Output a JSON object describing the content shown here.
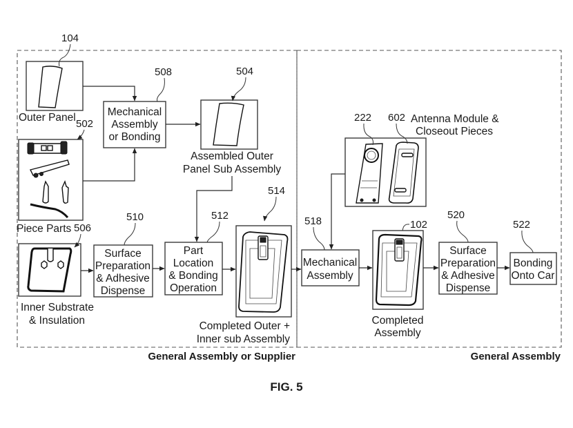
{
  "figure": {
    "caption": "FIG. 5",
    "regions": [
      {
        "id": "supplier",
        "label": "General Assembly or Supplier"
      },
      {
        "id": "general",
        "label": "General Assembly"
      }
    ]
  },
  "nodes": {
    "outer_panel": {
      "ref": "104",
      "label": [
        "Outer Panel"
      ],
      "kind": "image"
    },
    "piece_parts": {
      "ref": "502",
      "label": [
        "Piece Parts"
      ],
      "kind": "image"
    },
    "inner_substrate": {
      "ref": "506",
      "label": [
        "Inner Substrate",
        "& Insulation"
      ],
      "kind": "image"
    },
    "mech_assembly_bonding": {
      "ref": "508",
      "label": [
        "Mechanical",
        "Assembly",
        "or Bonding"
      ],
      "kind": "process"
    },
    "assembled_outer": {
      "ref": "504",
      "label": [
        "Assembled Outer",
        "Panel Sub Assembly"
      ],
      "kind": "image"
    },
    "surface_prep_1": {
      "ref": "510",
      "label": [
        "Surface",
        "Preparation",
        "& Adhesive",
        "Dispense"
      ],
      "kind": "process"
    },
    "part_location": {
      "ref": "512",
      "label": [
        "Part",
        "Location",
        "& Bonding",
        "Operation"
      ],
      "kind": "process"
    },
    "completed_outer_inner": {
      "ref": "514",
      "label": [
        "Completed Outer +",
        "Inner sub Assembly"
      ],
      "kind": "image"
    },
    "antenna_module": {
      "refs": [
        "222",
        "602"
      ],
      "label": [
        "Antenna Module &",
        "Closeout Pieces"
      ],
      "kind": "image"
    },
    "mech_assembly": {
      "ref": "518",
      "label": [
        "Mechanical",
        "Assembly"
      ],
      "kind": "process"
    },
    "completed_assembly": {
      "ref": "102",
      "label": [
        "Completed",
        "Assembly"
      ],
      "kind": "image"
    },
    "surface_prep_2": {
      "ref": "520",
      "label": [
        "Surface",
        "Preparation",
        "& Adhesive",
        "Dispense"
      ],
      "kind": "process"
    },
    "bonding_onto_car": {
      "ref": "522",
      "label": [
        "Bonding",
        "Onto Car"
      ],
      "kind": "process"
    }
  },
  "edges": [
    [
      "outer_panel",
      "mech_assembly_bonding"
    ],
    [
      "piece_parts",
      "mech_assembly_bonding"
    ],
    [
      "mech_assembly_bonding",
      "assembled_outer"
    ],
    [
      "assembled_outer",
      "part_location"
    ],
    [
      "inner_substrate",
      "surface_prep_1"
    ],
    [
      "surface_prep_1",
      "part_location"
    ],
    [
      "part_location",
      "completed_outer_inner"
    ],
    [
      "completed_outer_inner",
      "mech_assembly"
    ],
    [
      "antenna_module",
      "mech_assembly"
    ],
    [
      "mech_assembly",
      "completed_assembly"
    ],
    [
      "completed_assembly",
      "surface_prep_2"
    ],
    [
      "surface_prep_2",
      "bonding_onto_car"
    ]
  ]
}
